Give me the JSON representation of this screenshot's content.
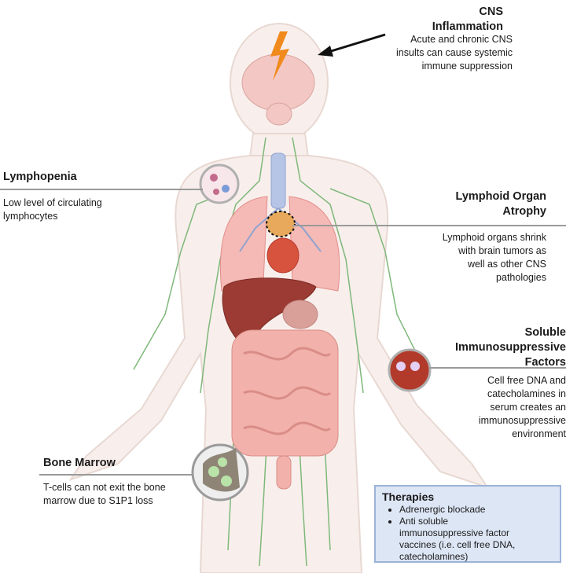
{
  "labels": {
    "cns_title": "CNS\nInflammation",
    "cns_desc": "Acute and chronic CNS\ninsults can cause systemic\nimmune suppression",
    "lymphopenia_title": "Lymphopenia",
    "lymphopenia_desc": "Low level of circulating\nlymphocytes",
    "lymphoid_title": "Lymphoid Organ\nAtrophy",
    "lymphoid_desc": "Lymphoid organs shrink\nwith brain tumors as\nwell as other CNS\npathologies",
    "soluble_title": "Soluble\nImmunosuppressive\nFactors",
    "soluble_desc": "Cell free DNA and\ncatecholamines in\nserum creates an\nimmunosuppressive\nenvironment",
    "bone_title": "Bone Marrow",
    "bone_desc": "T-cells can not exit the bone\nmarrow due to S1P1 loss"
  },
  "therapies": {
    "title": "Therapies",
    "items": [
      "Adrenergic blockade",
      "Anti soluble\nimmunosuppressive factor\nvaccines (i.e. cell free DNA,\ncatecholamines)"
    ]
  },
  "colors": {
    "body_outline": "#e8d8d2",
    "body_fill": "#f8efec",
    "lymph": "#7fb87a",
    "organ": "#f0a4a4",
    "liver": "#9b3b33",
    "trachea": "#b6c5e6",
    "therapy_bg": "#dde6f5",
    "lightning": "#f08a1c"
  }
}
